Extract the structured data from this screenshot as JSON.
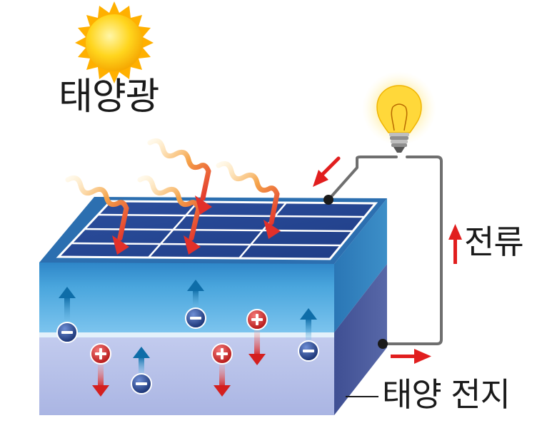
{
  "labels": {
    "sunlight": "태양광",
    "current": "전류",
    "solar_cell": "태양 전지"
  },
  "icons": {
    "sun": "sun-icon",
    "bulb": "light-bulb-icon",
    "electron": "electron-minus-icon",
    "hole": "hole-plus-icon",
    "arrow": "arrow-icon"
  },
  "colors": {
    "top_layer": "#5aaee0",
    "bottom_layer": "#b3bee6",
    "panel": "#2f4f9a",
    "electron": "#1d3f88",
    "hole": "#d62828",
    "electron_arrow": "#0e6da8",
    "hole_arrow": "#d41f1f",
    "current_arrow": "#e11e1e",
    "wire": "#707070",
    "sun": "#ffd21a",
    "sunray": "#f2a11e"
  }
}
